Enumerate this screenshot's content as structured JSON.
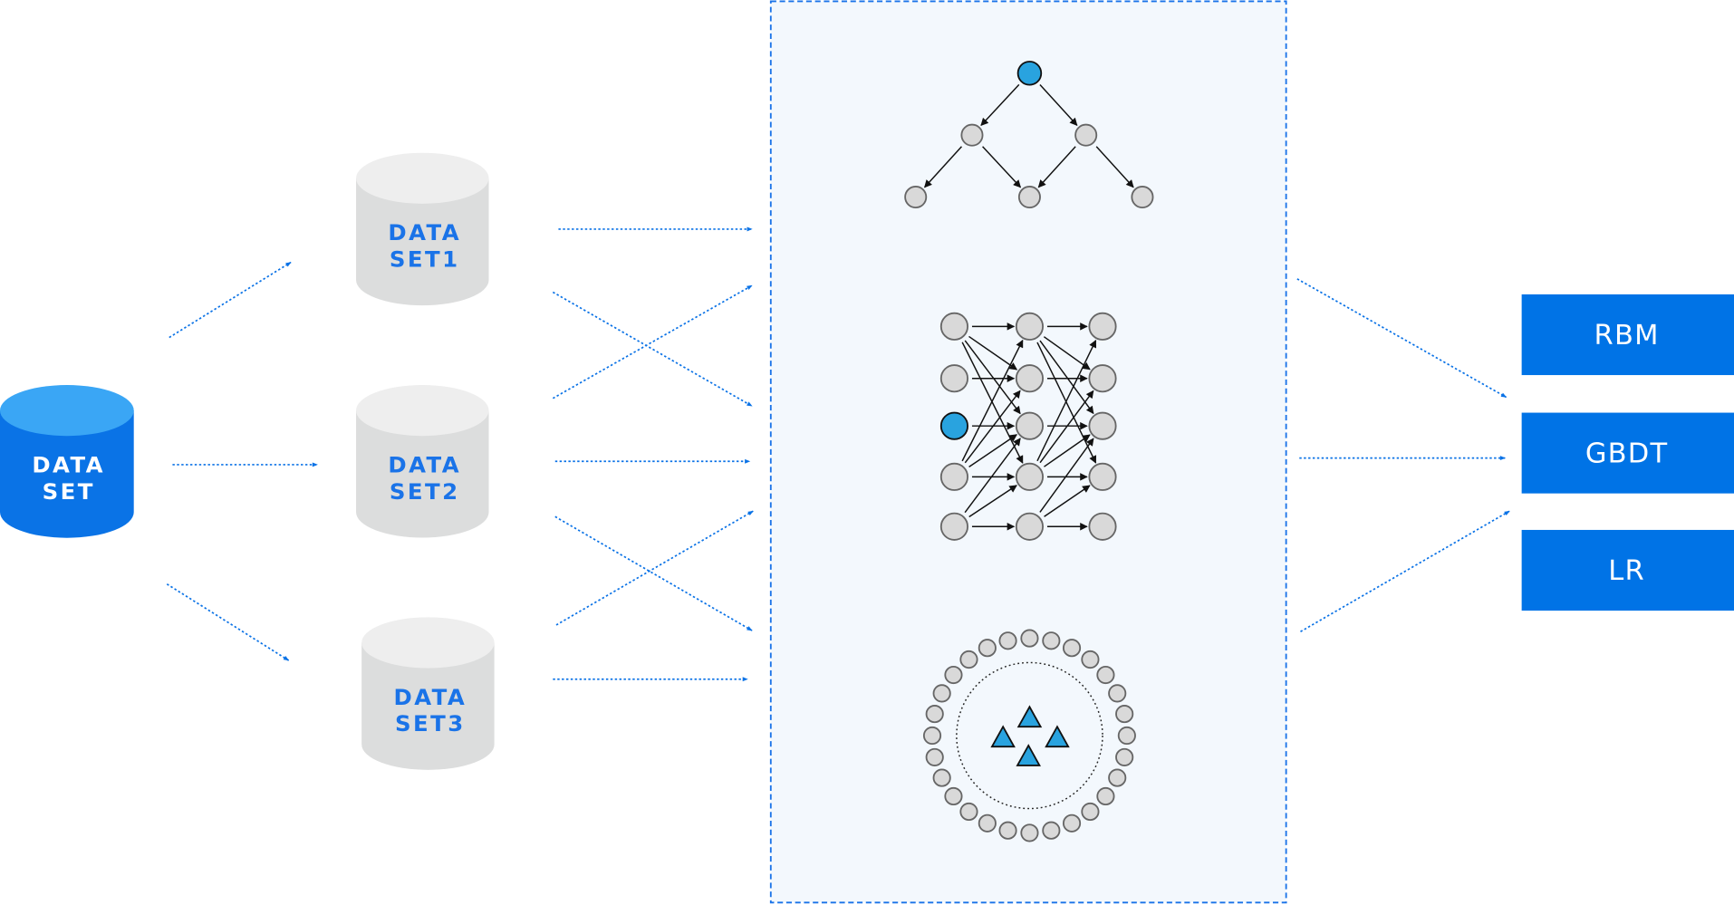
{
  "source": {
    "line1": "DATA",
    "line2": "SET"
  },
  "subsets": [
    {
      "line1": "DATA",
      "line2": "SET1"
    },
    {
      "line1": "DATA",
      "line2": "SET2"
    },
    {
      "line1": "DATA",
      "line2": "SET3"
    }
  ],
  "outputs": [
    "RBM",
    "GBDT",
    "LR"
  ],
  "colors": {
    "accent": "#0073e6",
    "accent_light": "#3aa6f5",
    "node": "#d9d9d9",
    "highlight_node": "#29a3df",
    "panel": "#f3f8fd",
    "cylinder_top": "#eeeeee",
    "cylinder_body": "#dcdddd"
  }
}
